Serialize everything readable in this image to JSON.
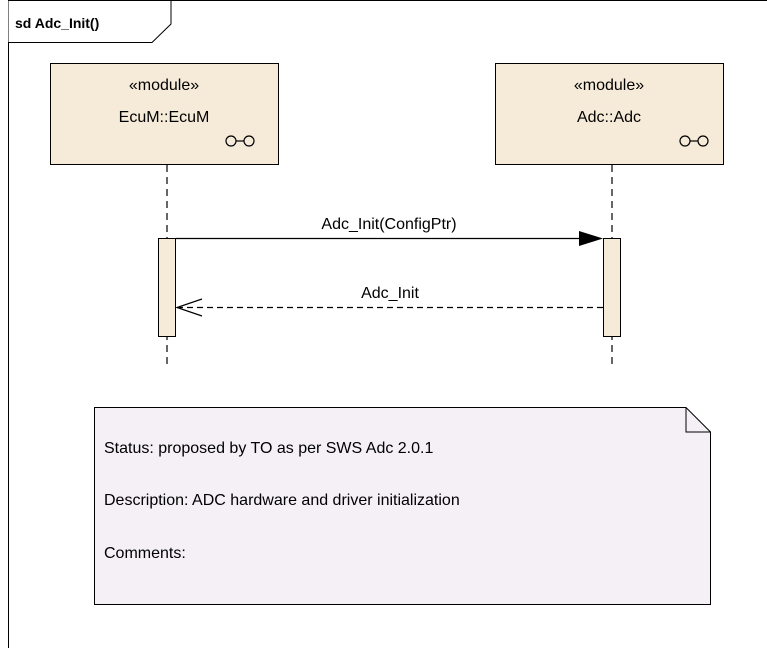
{
  "frame": {
    "title": "sd Adc_Init()"
  },
  "lifelines": [
    {
      "stereotype": "«module»",
      "name": "EcuM::EcuM"
    },
    {
      "stereotype": "«module»",
      "name": "Adc::Adc"
    }
  ],
  "messages": [
    {
      "label": "Adc_Init(ConfigPtr)",
      "kind": "synchronous-call"
    },
    {
      "label": "Adc_Init",
      "kind": "return"
    }
  ],
  "note": {
    "lines": [
      "Status: proposed by TO as per SWS Adc 2.0.1",
      "Description: ADC hardware and driver initialization",
      "Comments:"
    ]
  },
  "colors": {
    "lifeline_fill": "#f6ebd9",
    "activation_fill": "#f6ebd9",
    "note_fill": "#f4f0f6",
    "stroke": "#000000"
  },
  "icons": {
    "component": "component-lollipop-icon"
  }
}
